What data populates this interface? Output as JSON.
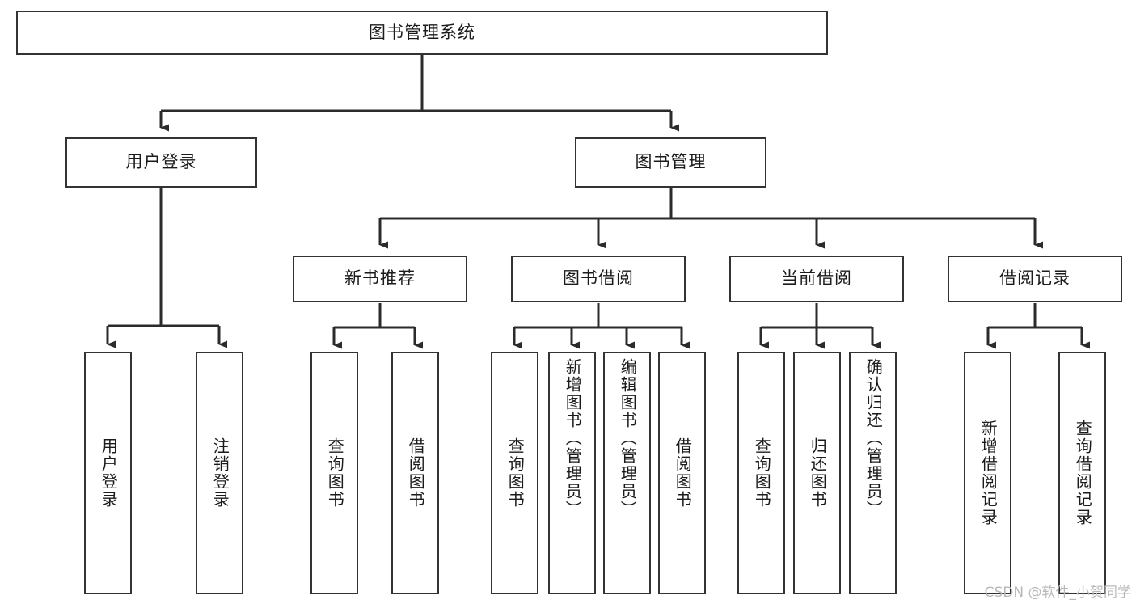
{
  "diagram": {
    "type": "tree-hierarchy",
    "orientation": "top-down",
    "root": "图书管理系统",
    "watermark": "CSDN @软件_小贺同学",
    "colors": {
      "box_border": "#333333",
      "box_fill": "#ffffff",
      "connector": "#2b2b2b",
      "text": "#1b1b1b",
      "watermark": "#b9b9b9",
      "background": "#ffffff"
    },
    "nodes": {
      "root": {
        "label": "图书管理系统",
        "level": 1
      },
      "level2": [
        {
          "id": "user-login",
          "label": "用户登录"
        },
        {
          "id": "book-manage",
          "label": "图书管理"
        }
      ],
      "level3": [
        {
          "id": "new-book-recommend",
          "label": "新书推荐",
          "parent": "book-manage"
        },
        {
          "id": "book-borrow",
          "label": "图书借阅",
          "parent": "book-manage"
        },
        {
          "id": "current-borrow",
          "label": "当前借阅",
          "parent": "book-manage"
        },
        {
          "id": "borrow-record",
          "label": "借阅记录",
          "parent": "book-manage"
        }
      ],
      "leaves": [
        {
          "id": "leaf-user-login",
          "label": "用户登录",
          "parent": "user-login"
        },
        {
          "id": "leaf-logout",
          "label": "注销登录",
          "parent": "user-login"
        },
        {
          "id": "leaf-query-book-1",
          "label": "查询图书",
          "parent": "new-book-recommend"
        },
        {
          "id": "leaf-borrow-book-1",
          "label": "借阅图书",
          "parent": "new-book-recommend"
        },
        {
          "id": "leaf-query-book-2",
          "label": "查询图书",
          "parent": "book-borrow"
        },
        {
          "id": "leaf-add-book",
          "label": "新增图书（管理员）",
          "parent": "book-borrow"
        },
        {
          "id": "leaf-edit-book",
          "label": "编辑图书（管理员）",
          "parent": "book-borrow"
        },
        {
          "id": "leaf-borrow-book-2",
          "label": "借阅图书",
          "parent": "book-borrow"
        },
        {
          "id": "leaf-query-book-3",
          "label": "查询图书",
          "parent": "current-borrow"
        },
        {
          "id": "leaf-return-book",
          "label": "归还图书",
          "parent": "current-borrow"
        },
        {
          "id": "leaf-confirm-return",
          "label": "确认归还（管理员）",
          "parent": "current-borrow"
        },
        {
          "id": "leaf-add-record",
          "label": "新增借阅记录",
          "parent": "borrow-record"
        },
        {
          "id": "leaf-query-record",
          "label": "查询借阅记录",
          "parent": "borrow-record"
        }
      ]
    }
  }
}
